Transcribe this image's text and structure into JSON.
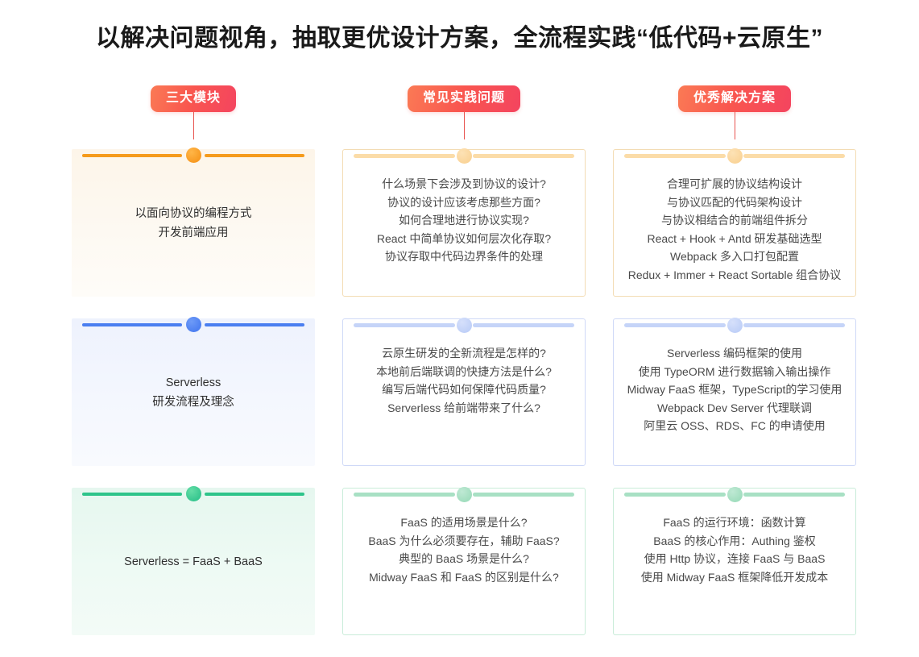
{
  "title": "以解决问题视角，抽取更优设计方案，全流程实践“低代码+云原生”",
  "columns": [
    {
      "id": "modules",
      "label": "三大模块"
    },
    {
      "id": "problems",
      "label": "常见实践问题"
    },
    {
      "id": "solutions",
      "label": "优秀解决方案"
    }
  ],
  "colors": {
    "pill_gradient_start": "#fa7a55",
    "pill_gradient_end": "#f4445f",
    "stem": "#e8544f",
    "accent_orange": "#f59b1c",
    "accent_blue": "#4a7ef0",
    "accent_green": "#2ec48a",
    "accent_orange_light": "#fbdca8",
    "accent_blue_light": "#c5d4f8",
    "accent_green_light": "#a8e0c4",
    "card_bg_orange": "#fdf5e9",
    "card_bg_blue": "#eef2fd",
    "card_bg_green": "#e6f7ef"
  },
  "rows": [
    {
      "accent": "orange",
      "summary": [
        "以面向协议的编程方式",
        "开发前端应用"
      ],
      "problems": [
        "什么场景下会涉及到协议的设计?",
        "协议的设计应该考虑那些方面?",
        "如何合理地进行协议实现?",
        "React 中简单协议如何层次化存取?",
        "协议存取中代码边界条件的处理"
      ],
      "solutions": [
        "合理可扩展的协议结构设计",
        "与协议匹配的代码架构设计",
        "与协议相结合的前端组件拆分",
        "React + Hook + Antd 研发基础选型",
        "Webpack 多入口打包配置",
        "Redux + Immer + React Sortable 组合协议"
      ]
    },
    {
      "accent": "blue",
      "summary": [
        "Serverless",
        "研发流程及理念"
      ],
      "problems": [
        "云原生研发的全新流程是怎样的?",
        "本地前后端联调的快捷方法是什么?",
        "编写后端代码如何保障代码质量?",
        "Serverless 给前端带来了什么?"
      ],
      "solutions": [
        "Serverless 编码框架的使用",
        "使用 TypeORM 进行数据输入输出操作",
        "Midway FaaS 框架，TypeScript的学习使用",
        "Webpack Dev Server 代理联调",
        "阿里云 OSS、RDS、FC 的申请使用"
      ]
    },
    {
      "accent": "green",
      "summary": [
        "Serverless = FaaS + BaaS"
      ],
      "problems": [
        "FaaS 的适用场景是什么?",
        "BaaS 为什么必须要存在，辅助 FaaS?",
        "典型的 BaaS 场景是什么?",
        "Midway FaaS 和 FaaS 的区别是什么?"
      ],
      "solutions": [
        "FaaS 的运行环境：函数计算",
        "BaaS 的核心作用：Authing 鉴权",
        "使用 Http 协议，连接 FaaS 与 BaaS",
        "使用 Midway FaaS 框架降低开发成本"
      ]
    }
  ]
}
